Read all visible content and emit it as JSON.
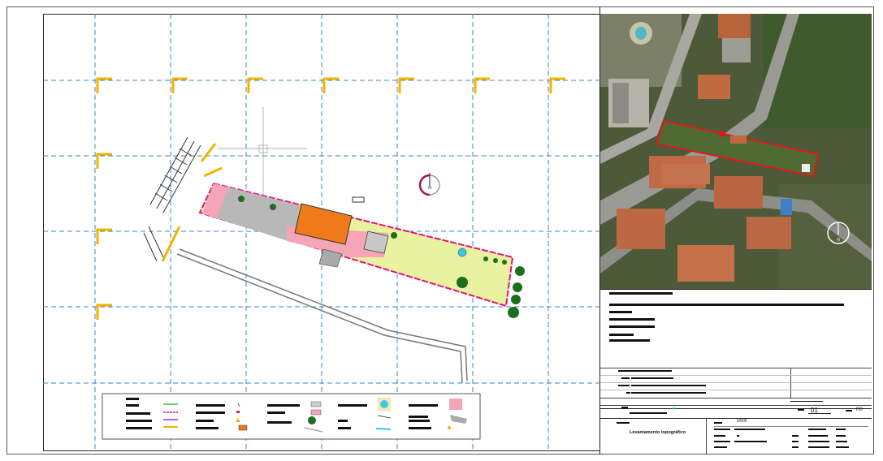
{
  "drawing": {
    "north_label": "N"
  },
  "aerial": {
    "compass_label": "N"
  },
  "titleblock": {
    "sheet_number": "01",
    "revision": "R0",
    "description": "Levantamento topográfico",
    "scale": "1/500",
    "small_label": "Ⓜ"
  },
  "colors": {
    "grid": "#3a86c8",
    "marker": "#f0b400",
    "boundary": "#e0127a",
    "building_orange": "#f07a1a",
    "pink_area": "#f5a5b5",
    "lawn": "#e8f2a0",
    "tree": "#1e6e1e"
  }
}
